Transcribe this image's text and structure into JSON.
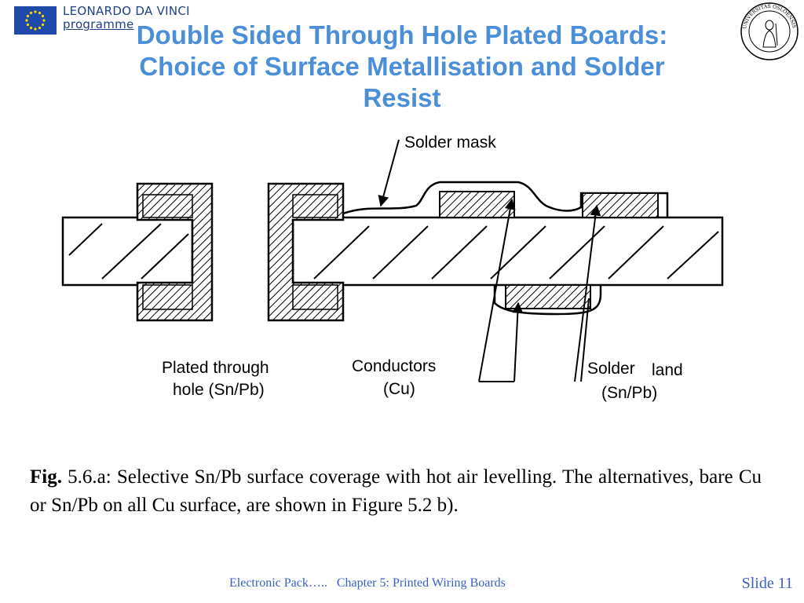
{
  "header": {
    "program_line1": "LEONARDO DA VINCI",
    "program_line2": "programme",
    "title_line1": "Double Sided Through Hole Plated Boards:",
    "title_line2": "Choice of Surface Metallisation and Solder",
    "title_line3": "Resist",
    "seal_text": "UNIVERSITAS OSLOENSIS MDCCCXI"
  },
  "diagram": {
    "solder_mask": "Solder mask",
    "plated_through_1": "Plated through",
    "plated_through_2": "hole (Sn/Pb)",
    "conductors_1": "Conductors",
    "conductors_2": "(Cu)",
    "solder_land_1": "Solder",
    "solder_land_1b": "land",
    "solder_land_2": "(Sn/Pb)"
  },
  "caption": {
    "fig_label": "Fig.",
    "text": " 5.6.a: Selective Sn/Pb surface coverage with hot air levelling. The alternatives, bare Cu or Sn/Pb on all Cu surface, are shown in Figure 5.2 b)."
  },
  "footer": {
    "left": "Electronic Pack…..   Chapter 5: Printed Wiring Boards",
    "slide": "Slide 11"
  },
  "colors": {
    "title": "#4a8fd7",
    "footer": "#3a5fc0",
    "eu_blue": "#1f4aa8",
    "eu_star": "#ffd800"
  }
}
